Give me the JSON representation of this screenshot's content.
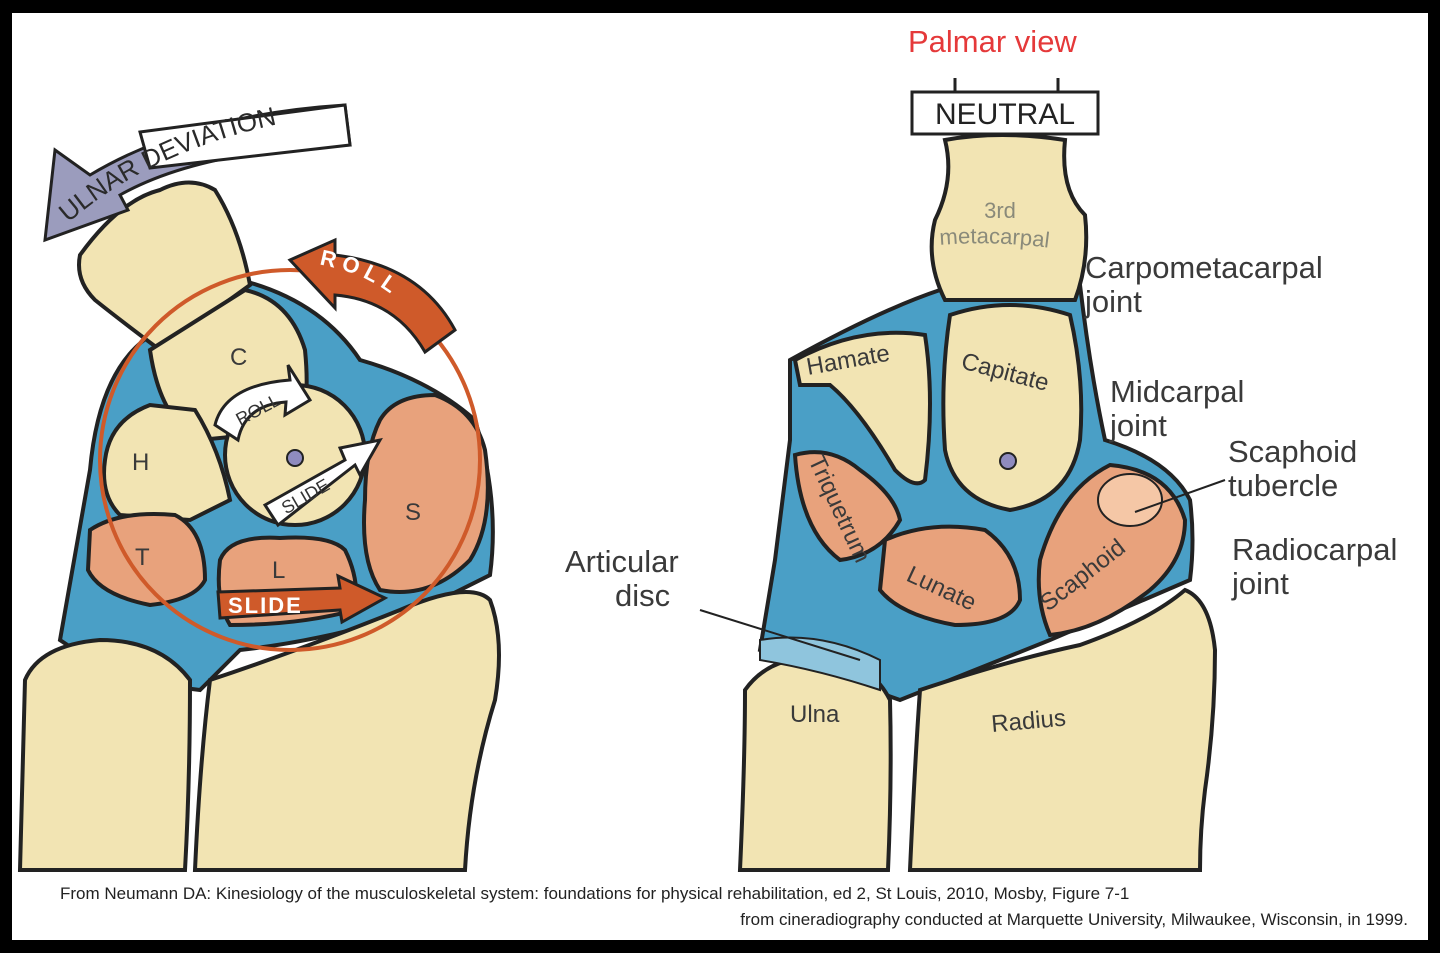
{
  "left_diagram": {
    "motion_label": "ULNAR DEVIATION",
    "outer_roll_label": "ROLL",
    "inner_roll_label": "ROLL",
    "inner_slide_label": "SLIDE",
    "lower_slide_label": "SLIDE",
    "bone_letters": {
      "capitate": "C",
      "hamate": "H",
      "triquetrum": "T",
      "lunate": "L",
      "scaphoid": "S"
    }
  },
  "right_diagram": {
    "view_title": "Palmar view",
    "position_label": "NEUTRAL",
    "metacarpal_label_line1": "3rd",
    "metacarpal_label_line2": "metacarpal",
    "bones": {
      "hamate": "Hamate",
      "capitate": "Capitate",
      "triquetrum": "Triquetrum",
      "lunate": "Lunate",
      "scaphoid": "Scaphoid",
      "ulna": "Ulna",
      "radius": "Radius"
    },
    "joint_labels": {
      "carpometacarpal_line1": "Carpometacarpal",
      "carpometacarpal_line2": "joint",
      "midcarpal_line1": "Midcarpal",
      "midcarpal_line2": "joint",
      "scaphoid_tubercle_line1": "Scaphoid",
      "scaphoid_tubercle_line2": "tubercle",
      "radiocarpal_line1": "Radiocarpal",
      "radiocarpal_line2": "joint",
      "articular_disc_line1": "Articular",
      "articular_disc_line2": "disc"
    }
  },
  "credit": {
    "line1": "From Neumann DA: Kinesiology of the musculoskeletal system: foundations for physical rehabilitation, ed 2, St Louis, 2010, Mosby, Figure 7-1",
    "line2": "from cineradiography conducted at Marquette University, Milwaukee, Wisconsin, in 1999."
  },
  "colors": {
    "bone": "#f2e4b3",
    "carpal_orange": "#e8a27c",
    "joint_blue": "#4a9fc6",
    "arrow_orange": "#cf5a2a",
    "arrow_gray": "#9b9cbd",
    "title_red": "#e5393a",
    "outline": "#222222"
  }
}
